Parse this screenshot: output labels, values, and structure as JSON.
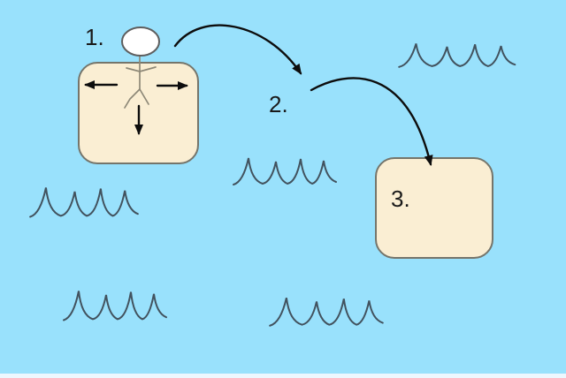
{
  "scene": {
    "description": "Hand-drawn style process diagram: a stick figure on a raft (step 1) with arrows pointing left, right and down, an arc jumping to a middle point (step 2), then another arc landing in an empty raft (step 3), surrounded by water waves",
    "background_color": "#99e1fc",
    "footer_strip_color": "#edf7fe"
  },
  "colors": {
    "background": "#99e1fc",
    "box_fill": "#faeed3",
    "box_border": "#75756b",
    "wave_stroke": "#42525e",
    "arrow": "#0d0d0d",
    "label": "#1a1a1a",
    "figure_stroke": "#8d8877",
    "head_fill": "#ffffff",
    "head_stroke": "#5e5e5e"
  },
  "steps": {
    "step1_label": "1.",
    "step2_label": "2.",
    "step3_label": "3."
  },
  "icons": {
    "wave": "wave-icon",
    "stick_figure": "stick-figure-icon",
    "arc_arrow_1_to_2": "curved-arrow-icon",
    "arc_arrow_2_to_3": "curved-arrow-icon",
    "arrow_left": "arrow-left-icon",
    "arrow_right": "arrow-right-icon",
    "arrow_down": "arrow-down-icon"
  }
}
